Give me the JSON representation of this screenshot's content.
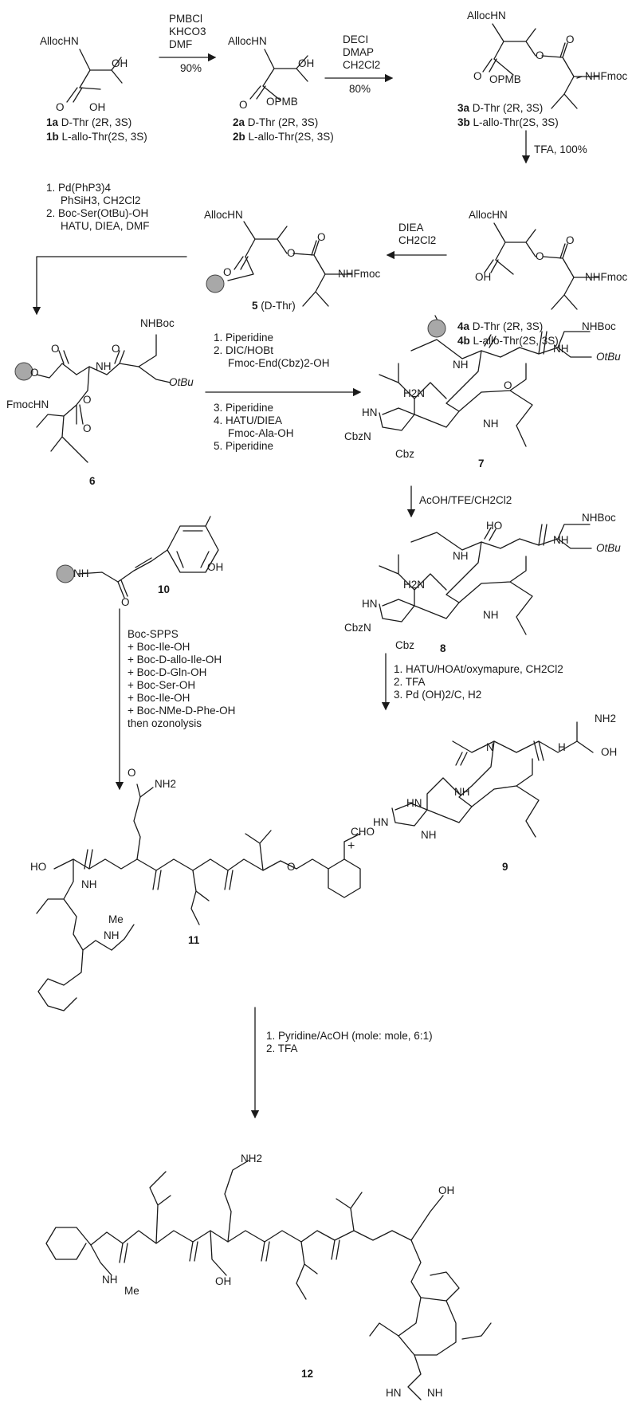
{
  "colors": {
    "ink": "#1a1a1a",
    "bead": "#a8a8a8",
    "bead_stroke": "#444444"
  },
  "compounds": {
    "c1": {
      "num": "1a",
      "sub": " D-Thr (2R, 3S)",
      "num_b": "1b",
      "sub_b": " L-allo-Thr(2S, 3S)"
    },
    "c2": {
      "num": "2a",
      "sub": " D-Thr (2R, 3S)",
      "num_b": "2b",
      "sub_b": " L-allo-Thr(2S, 3S)"
    },
    "c3": {
      "num": "3a",
      "sub": " D-Thr (2R, 3S)",
      "num_b": "3b",
      "sub_b": " L-allo-Thr(2S, 3S)"
    },
    "c4": {
      "num": "4a",
      "sub": " D-Thr (2R, 3S)",
      "num_b": "4b",
      "sub_b": " L-allo-Thr(2S, 3S)"
    },
    "c5": {
      "num": "5",
      "sub": "(D-Thr)"
    },
    "c6": "6",
    "c7": "7",
    "c8": "8",
    "c9": "9",
    "c10": "10",
    "c11": "11",
    "c12": "12"
  },
  "reactions": {
    "r1": [
      "PMBCl",
      "KHCO3",
      "DMF"
    ],
    "r1_yield": "90%",
    "r2": [
      "DECI",
      "DMAP",
      "CH2Cl2"
    ],
    "r2_yield": "80%",
    "r3": "TFA, 100%",
    "r4": [
      "DIEA",
      "CH2Cl2"
    ],
    "r5": [
      "1. Pd(PhP3)4",
      "PhSiH3, CH2Cl2",
      "2. Boc-Ser(OtBu)-OH",
      "HATU, DIEA, DMF"
    ],
    "r6": [
      "1. Piperidine",
      "2. DIC/HOBt",
      "Fmoc-End(Cbz)2-OH",
      "3. Piperidine",
      "4. HATU/DIEA",
      "Fmoc-Ala-OH",
      "5. Piperidine"
    ],
    "r7": "AcOH/TFE/CH2Cl2",
    "r8": [
      "Boc-SPPS",
      "+ Boc-Ile-OH",
      "+ Boc-D-allo-Ile-OH",
      "+ Boc-D-Gln-OH",
      "+ Boc-Ser-OH",
      "+ Boc-Ile-OH",
      "+ Boc-NMe-D-Phe-OH",
      "then ozonolysis"
    ],
    "r9": [
      "1. HATU/HOAt/oxymapure, CH2Cl2",
      "2. TFA",
      "3. Pd (OH)2/C, H2"
    ],
    "r10": [
      "1. Pyridine/AcOH (mole: mole, 6:1)",
      "2. TFA"
    ]
  },
  "atoms": {
    "allochn": "AllocHN",
    "oh": "OH",
    "opmb": "OPMB",
    "nhfmoc": "NHFmoc",
    "fmochn": "FmocHN",
    "nhboc": "NHBoc",
    "otbu": "OtBu",
    "h2n": "H2N",
    "nh": "NH",
    "hn": "HN",
    "o": "O",
    "cbzn": "CbzN",
    "cbz": "Cbz",
    "me": "Me",
    "nh2": "NH2",
    "cho": "CHO",
    "ho": "HO",
    "n": "N",
    "h": "H"
  },
  "plus": "+"
}
